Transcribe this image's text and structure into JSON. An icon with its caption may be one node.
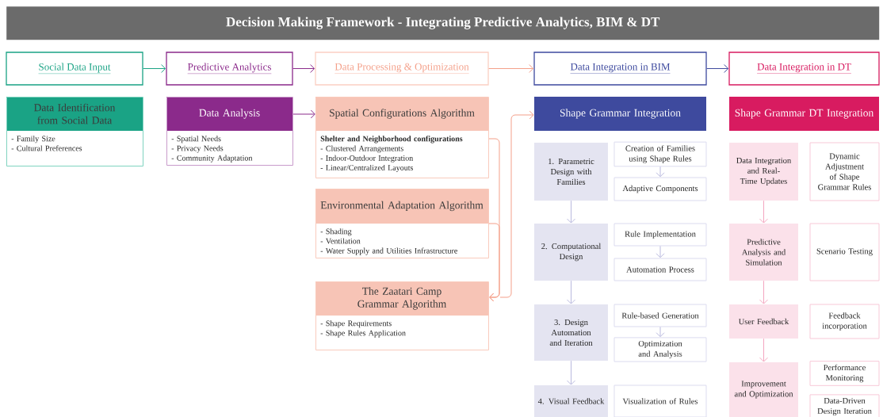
{
  "diagram": {
    "title": "Decision Making Framework - Integrating Predictive Analytics, BIM & DT",
    "nodes": [
      {
        "text": [
          "Social Data Input"
        ]
      },
      {
        "text": [
          "Predictive Analytics"
        ]
      },
      {
        "text": [
          "Data Processing & Optimization"
        ]
      },
      {
        "text": [
          "Data Integration in BIM"
        ]
      },
      {
        "text": [
          "Data Integration in DT"
        ]
      },
      {
        "text": [
          "Data Identification from Social Data",
          "- Family Size",
          "- Cultural Preferences"
        ]
      },
      {
        "text": [
          "Data Analysis",
          "- Spatial Needs",
          "- Privacy Needs",
          "- Community Adaptation"
        ]
      },
      {
        "text": [
          "Spatial Configurations Algorithm",
          "Shelter and Neighborhood configurations",
          "- Clustered Arrangements",
          "- Indoor-Outdoor Integration",
          "- Linear/Centralized Layouts"
        ]
      },
      {
        "text": [
          "Environmental  Adaptation Algorithm",
          "- Shading",
          "- Ventilation",
          "- Water Supply and Utilities Infrastructure"
        ]
      },
      {
        "text": [
          "The Zaatari Camp Grammar Algorithm",
          "- Shape Requirements",
          "- Shape Rules Application"
        ]
      },
      {
        "text": [
          "Shape Grammar Integration"
        ]
      },
      {
        "text": [
          "1. Parametric Design with Families"
        ]
      },
      {
        "text": [
          "Creation of Families using Shape Rules"
        ]
      },
      {
        "text": [
          "Adaptive Components"
        ]
      },
      {
        "text": [
          "2. Computational Design"
        ]
      },
      {
        "text": [
          "Rule Implementation"
        ]
      },
      {
        "text": [
          "Automation Process"
        ]
      },
      {
        "text": [
          "3. Design Automation and Iteration"
        ]
      },
      {
        "text": [
          "Rule-based Generation"
        ]
      },
      {
        "text": [
          "Optimization and Analysis"
        ]
      },
      {
        "text": [
          "4. Visual Feedback"
        ]
      },
      {
        "text": [
          "Visualization of Rules"
        ]
      },
      {
        "text": [
          "Shape Grammar DT Integration"
        ]
      },
      {
        "text": [
          "Data Integration and Real-Time Updates"
        ]
      },
      {
        "text": [
          "Dynamic Adjustment of Shape Grammar Rules"
        ]
      },
      {
        "text": [
          "Predictive Analysis and Simulation"
        ]
      },
      {
        "text": [
          "Scenario Testing"
        ]
      },
      {
        "text": [
          "User Feedback"
        ]
      },
      {
        "text": [
          "Feedback incorporation"
        ]
      },
      {
        "text": [
          "Improvement and Optimization"
        ]
      },
      {
        "text": [
          "Performance Monitoring"
        ]
      },
      {
        "text": [
          "Data-Driven Design Iteration"
        ]
      }
    ],
    "edges": [
      {
        "from": 0,
        "to": 1,
        "arrow": "to",
        "color": "#1aa385"
      },
      {
        "from": 1,
        "to": 2,
        "arrow": "to",
        "color": "#8b2a8b"
      },
      {
        "from": 2,
        "to": 3,
        "arrow": "to",
        "color": "#f4a08a"
      },
      {
        "from": 3,
        "to": 4,
        "arrow": "to",
        "color": "#3e4a9e"
      },
      {
        "from": 6,
        "to": 7,
        "arrow": "to",
        "color": "#8b2a8b"
      },
      {
        "from": 7,
        "to": 9,
        "arrow": "to",
        "color": "#f4a08a"
      },
      {
        "from": 8,
        "to": 9,
        "arrow": "to",
        "color": "#f4a08a"
      },
      {
        "from": 9,
        "to": 10,
        "arrow": "to",
        "color": "#f4a08a"
      },
      {
        "from": 11,
        "to": 14,
        "arrow": "to",
        "color": "#b9b9de"
      },
      {
        "from": 14,
        "to": 17,
        "arrow": "to",
        "color": "#b9b9de"
      },
      {
        "from": 17,
        "to": 20,
        "arrow": "to",
        "color": "#b9b9de"
      },
      {
        "from": 12,
        "to": 13,
        "arrow": "to",
        "color": "#b9b9de"
      },
      {
        "from": 15,
        "to": 16,
        "arrow": "to",
        "color": "#b9b9de"
      },
      {
        "from": 18,
        "to": 19,
        "arrow": "to",
        "color": "#b9b9de"
      },
      {
        "from": 23,
        "to": 25,
        "arrow": "to",
        "color": "#f4a6c0"
      },
      {
        "from": 25,
        "to": 27,
        "arrow": "to",
        "color": "#f4a6c0"
      },
      {
        "from": 27,
        "to": 29,
        "arrow": "to",
        "color": "#f4a6c0"
      }
    ]
  }
}
